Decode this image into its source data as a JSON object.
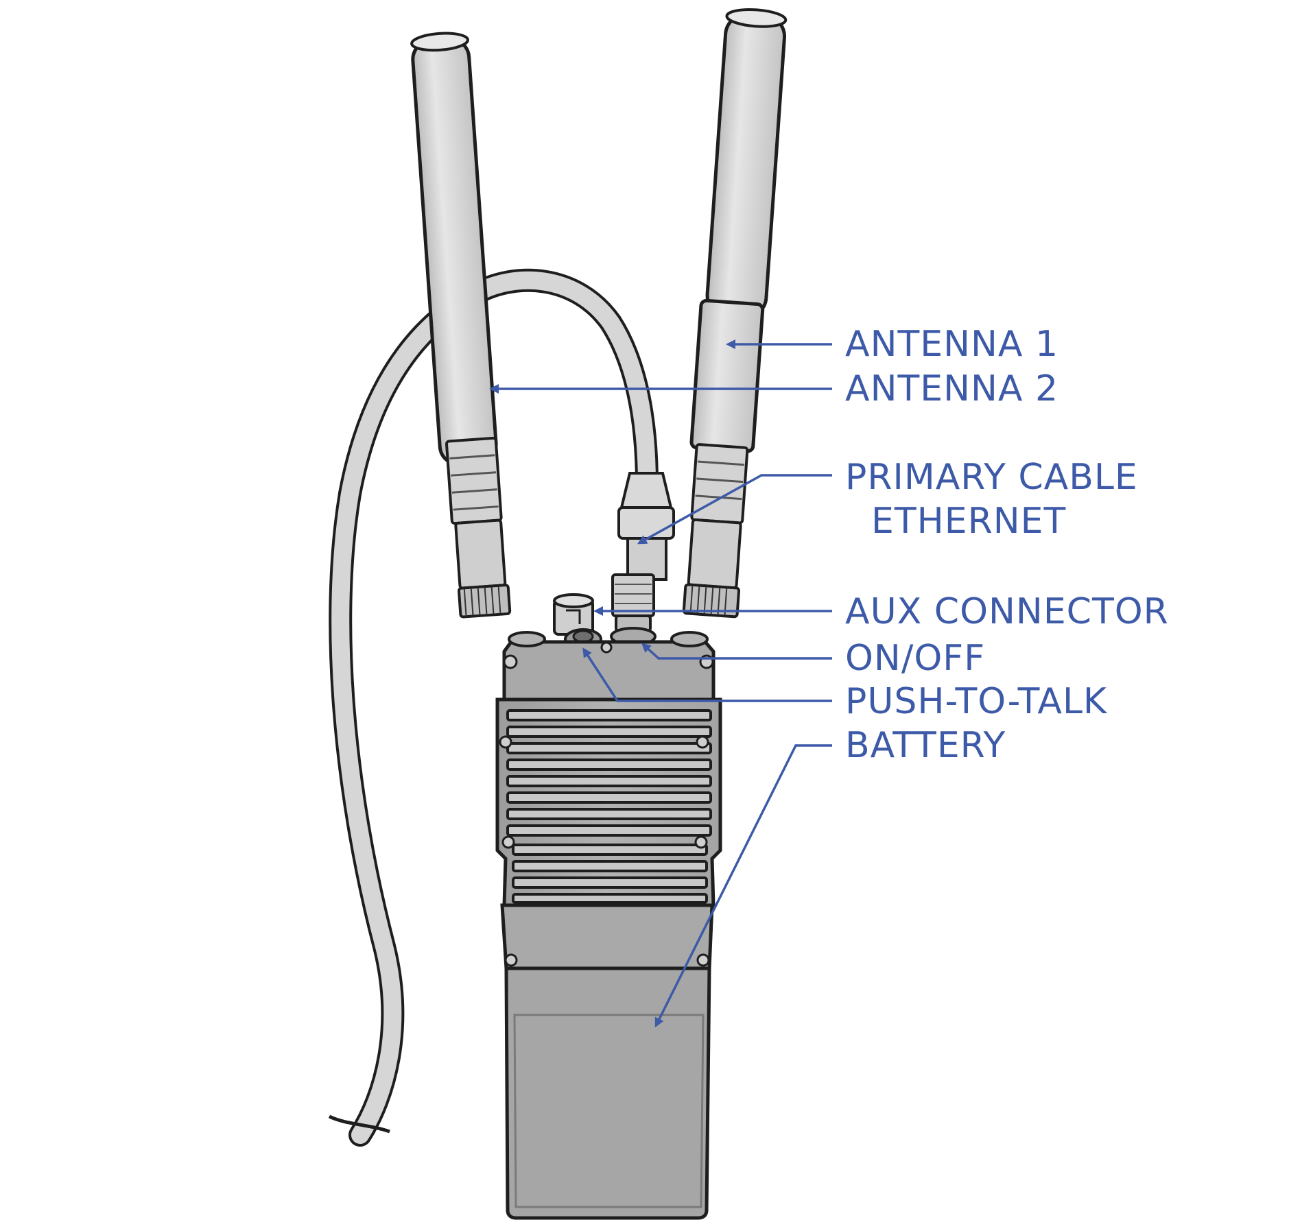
{
  "diagram": {
    "subject": "Handheld radio with two antennas and cable",
    "accent_color": "#3d5aa8",
    "callouts": {
      "antenna1": "ANTENNA 1",
      "antenna2": "ANTENNA 2",
      "primary_cable_line1": "PRIMARY CABLE",
      "primary_cable_line2": "ETHERNET",
      "aux_connector": "AUX CONNECTOR",
      "on_off": "ON/OFF",
      "push_to_talk": "PUSH-TO-TALK",
      "battery": "BATTERY"
    }
  }
}
